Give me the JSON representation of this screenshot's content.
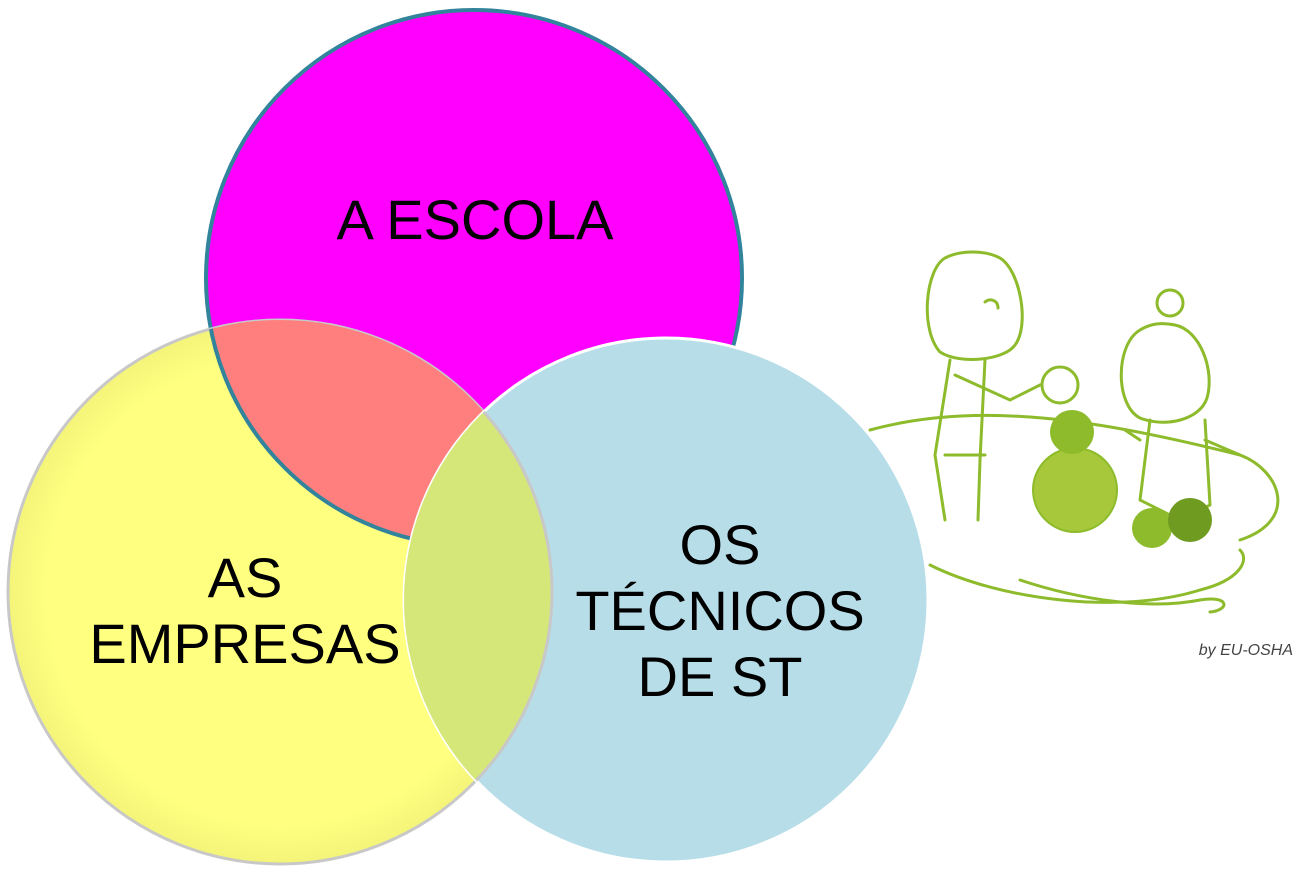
{
  "diagram": {
    "circles": [
      {
        "id": "escola",
        "lines": [
          "A ESCOLA"
        ],
        "color": "#ff00ff"
      },
      {
        "id": "empresas",
        "lines": [
          "AS",
          "EMPRESAS"
        ],
        "color": "#ffff7f"
      },
      {
        "id": "tecnicos",
        "lines": [
          "OS",
          "TÉCNICOS",
          "DE ST"
        ],
        "color": "#b7dde8"
      }
    ],
    "overlap_colors": {
      "escola_empresas": "#ff7f7f",
      "empresas_tecnicos": "#d6e77a",
      "outline": "#31849b"
    }
  },
  "illustration": {
    "credit": "by EU-OSHA",
    "line_color": "#8dbb2c",
    "accent_color": "#a6c83a"
  }
}
